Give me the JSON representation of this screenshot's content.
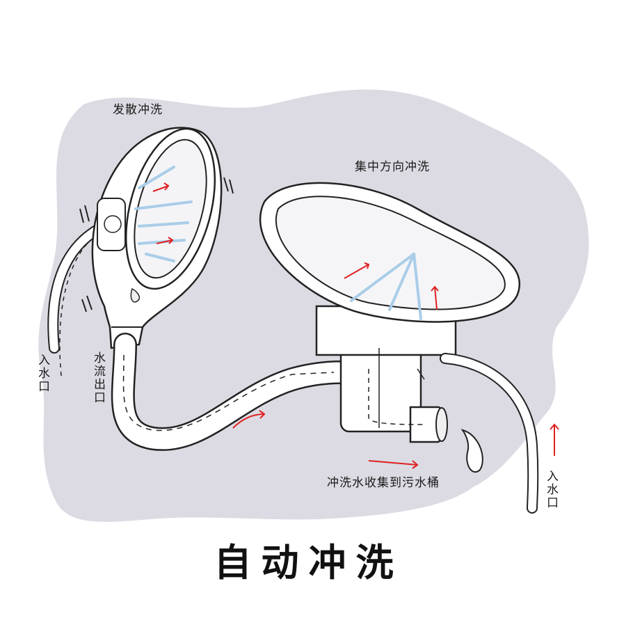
{
  "labels": {
    "diffuse_rinse": "发散冲洗",
    "directional_rinse": "集中方向冲洗",
    "water_in_left": "入水口",
    "water_out": "水流出口",
    "collect_waste": "冲洗水收集到污水桶",
    "water_in_right": "入水口"
  },
  "title": "自动冲洗",
  "colors": {
    "background_blob": "#dcdbe3",
    "outline": "#222222",
    "water": "#a9cde8",
    "arrow": "#e02020"
  }
}
